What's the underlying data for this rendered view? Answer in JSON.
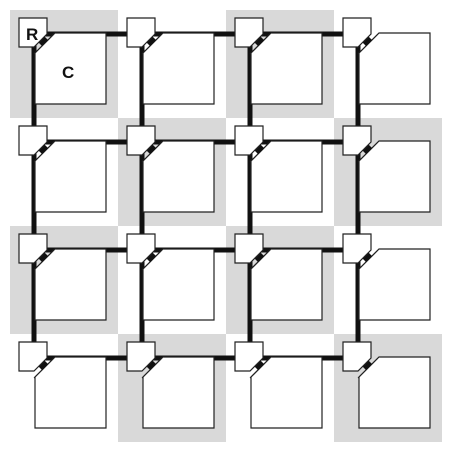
{
  "labels": {
    "router": "R",
    "core": "C"
  },
  "grid": {
    "rows": 4,
    "cols": 4,
    "shaded_tiles": [
      [
        true,
        false,
        true,
        false
      ],
      [
        false,
        true,
        false,
        true
      ],
      [
        true,
        false,
        true,
        false
      ],
      [
        false,
        true,
        false,
        true
      ]
    ]
  },
  "colors": {
    "shade": "#d9d9d9",
    "link": "#111111",
    "outline": "#222222",
    "fill": "#ffffff"
  }
}
